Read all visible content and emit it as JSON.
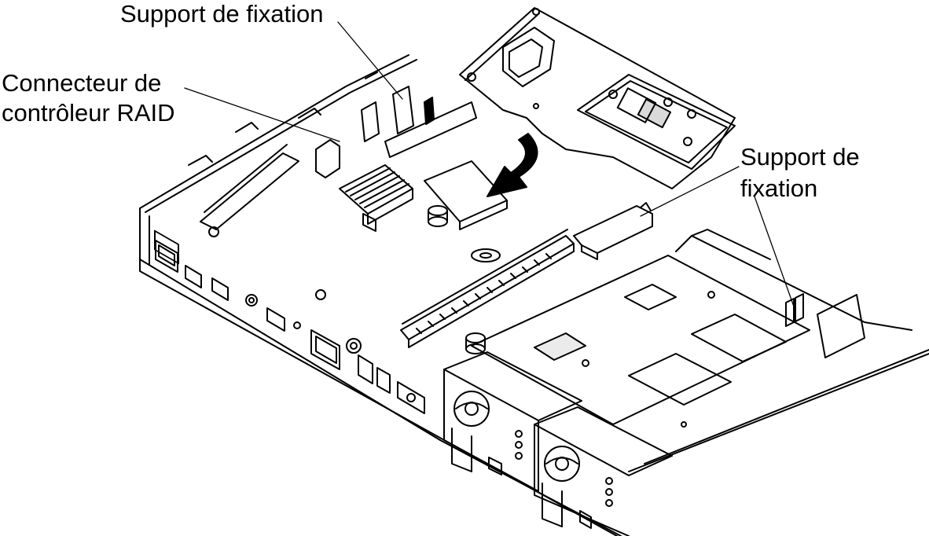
{
  "labels": {
    "top_bracket": "Support de fixation",
    "raid_connector_line1": "Connecteur de",
    "raid_connector_line2": "contrôleur RAID",
    "right_bracket_line1": "Support de",
    "right_bracket_line2": "fixation"
  },
  "colors": {
    "line": "#000000",
    "background": "#ffffff",
    "fill_dark": "#000000"
  }
}
